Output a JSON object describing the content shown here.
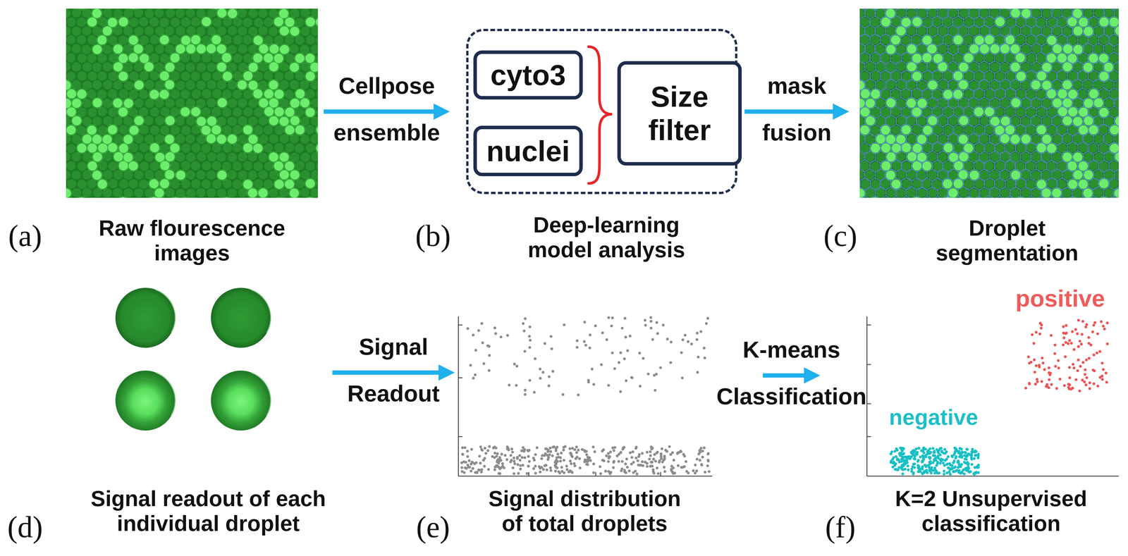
{
  "diagram": {
    "nodes": [
      {
        "text": [
          "Raw flourescence images"
        ]
      },
      {
        "text": [
          "Deep-learning model analysis"
        ]
      },
      {
        "text": [
          "cyto3"
        ],
        "in": 1
      },
      {
        "text": [
          "nuclei"
        ],
        "in": 1
      },
      {
        "text": [
          "Size filter"
        ],
        "in": 1
      },
      {
        "text": [
          "Droplet segmentation"
        ]
      },
      {
        "text": [
          "Signal readout of each individual droplet"
        ]
      },
      {
        "text": [
          "Signal distribution of total droplets"
        ]
      },
      {
        "text": [
          "K=2 Unsupervised classification"
        ]
      }
    ],
    "edges": [
      {
        "from": 0,
        "to": 1,
        "label": "Cellpose ensemble",
        "arrow": "to"
      },
      {
        "from": 1,
        "to": 5,
        "label": "mask fusion",
        "arrow": "to"
      },
      {
        "from": 6,
        "to": 7,
        "label": "Signal Readout",
        "arrow": "to"
      },
      {
        "from": 7,
        "to": 8,
        "label": "K-means Classification",
        "arrow": "to"
      }
    ],
    "labels": [
      "(a)",
      "(b)",
      "(c)",
      "(d)",
      "(e)",
      "(f)",
      "positive",
      "negative"
    ]
  }
}
